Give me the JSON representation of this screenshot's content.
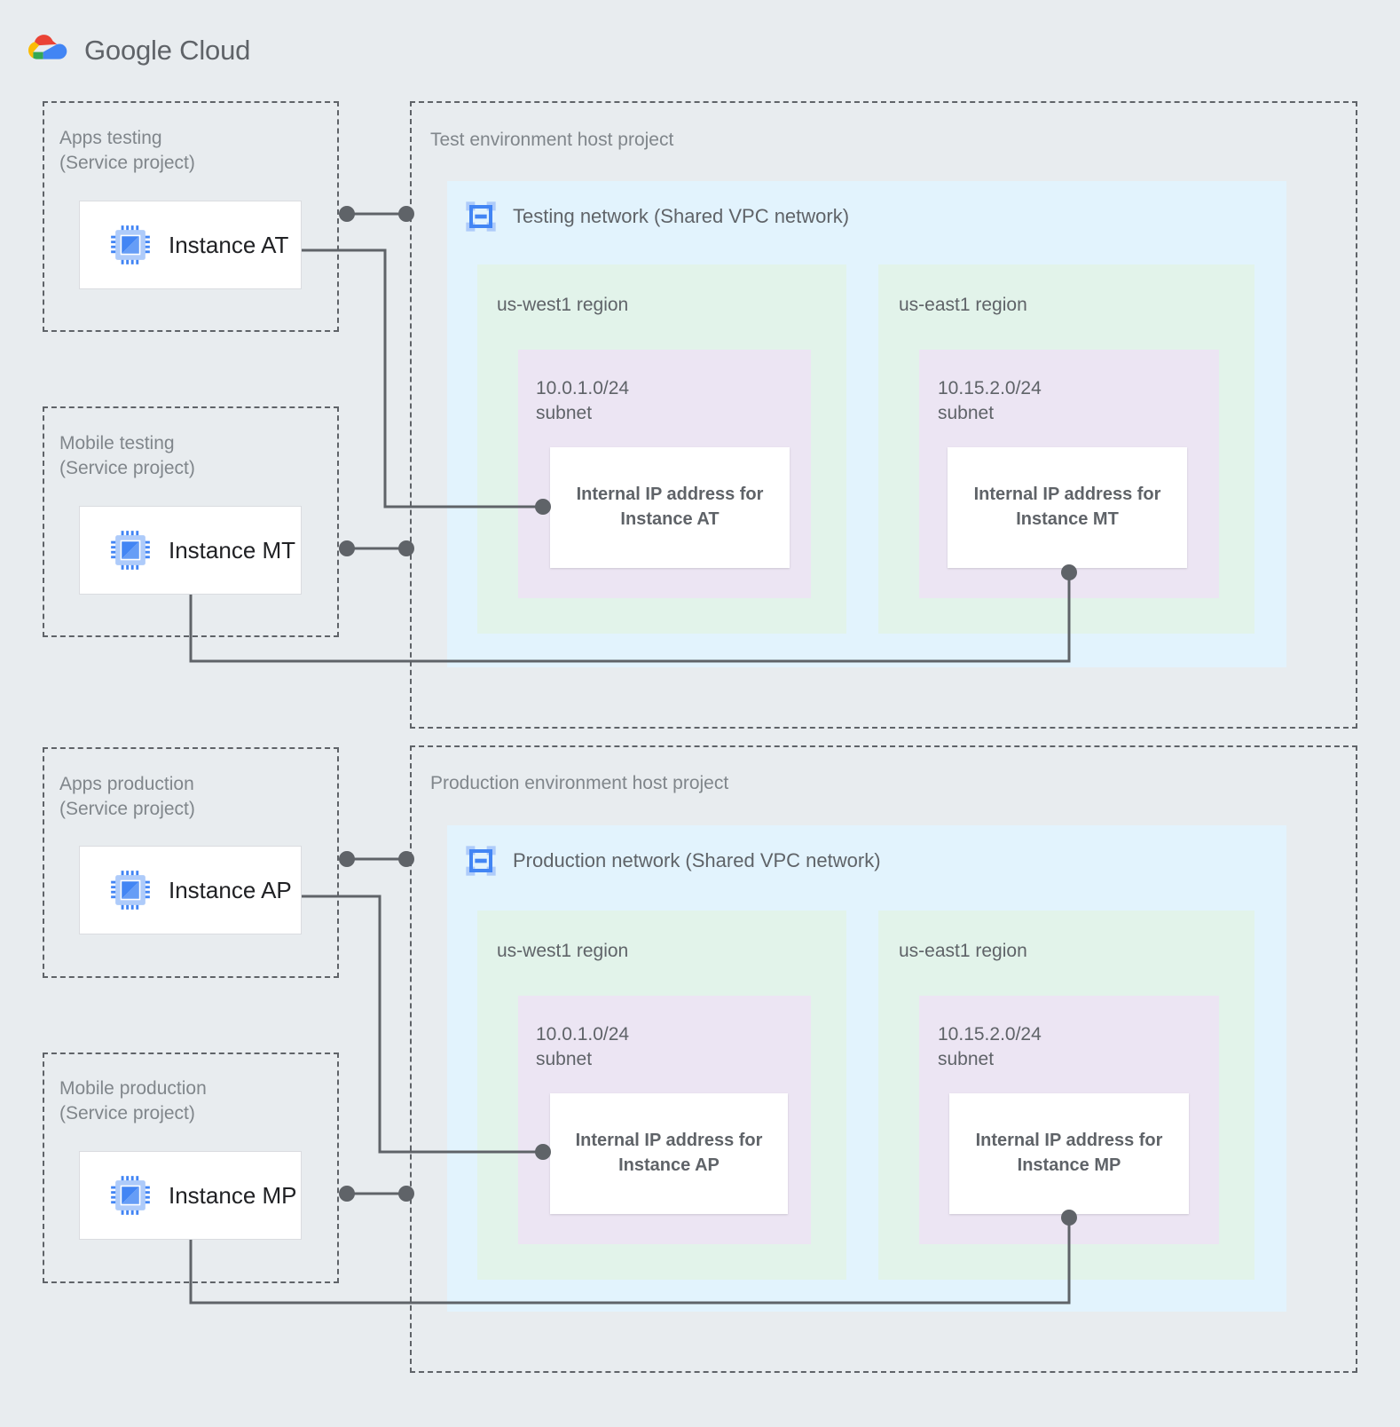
{
  "brand": {
    "name_bold": "Google",
    "name_light": " Cloud",
    "logo_icon": "google-cloud-logo"
  },
  "colors": {
    "page_background": "#e8ecef",
    "vpc_network": "#e2f3fd",
    "region": "#e2f3ea",
    "subnet": "#ece5f3",
    "ip_box": "#ffffff",
    "connector": "#5f6368",
    "dashed_border": "#5f6368",
    "label_text": "#80868b",
    "instance_text": "#202124",
    "icon_blue": "#4285f4",
    "icon_blue_light": "#aecbfa"
  },
  "service_projects": [
    {
      "id": "apps-testing",
      "label": "Apps testing\n(Service project)",
      "instance": {
        "name": "Instance AT",
        "icon": "compute-engine-icon"
      }
    },
    {
      "id": "mobile-testing",
      "label": "Mobile testing\n(Service project)",
      "instance": {
        "name": "Instance MT",
        "icon": "compute-engine-icon"
      }
    },
    {
      "id": "apps-production",
      "label": "Apps production\n(Service project)",
      "instance": {
        "name": "Instance AP",
        "icon": "compute-engine-icon"
      }
    },
    {
      "id": "mobile-production",
      "label": "Mobile production\n(Service project)",
      "instance": {
        "name": "Instance MP",
        "icon": "compute-engine-icon"
      }
    }
  ],
  "host_projects": [
    {
      "id": "test-host",
      "label": "Test environment host project",
      "network": {
        "title": "Testing network (Shared VPC network)",
        "icon": "vpc-network-icon"
      },
      "regions": [
        {
          "id": "test-us-west1",
          "label": "us-west1 region",
          "subnet": {
            "cidr_label": "10.0.1.0/24\nsubnet",
            "ip_label": "Internal IP address for\nInstance AT"
          }
        },
        {
          "id": "test-us-east1",
          "label": "us-east1 region",
          "subnet": {
            "cidr_label": "10.15.2.0/24\nsubnet",
            "ip_label": "Internal IP address for\nInstance MT"
          }
        }
      ]
    },
    {
      "id": "prod-host",
      "label": "Production environment host project",
      "network": {
        "title": "Production network (Shared VPC network)",
        "icon": "vpc-network-icon"
      },
      "regions": [
        {
          "id": "prod-us-west1",
          "label": "us-west1 region",
          "subnet": {
            "cidr_label": "10.0.1.0/24\nsubnet",
            "ip_label": "Internal IP address for\nInstance AP"
          }
        },
        {
          "id": "prod-us-east1",
          "label": "us-east1 region",
          "subnet": {
            "cidr_label": "10.15.2.0/24\nsubnet",
            "ip_label": "Internal IP address for\nInstance MP"
          }
        }
      ]
    }
  ]
}
